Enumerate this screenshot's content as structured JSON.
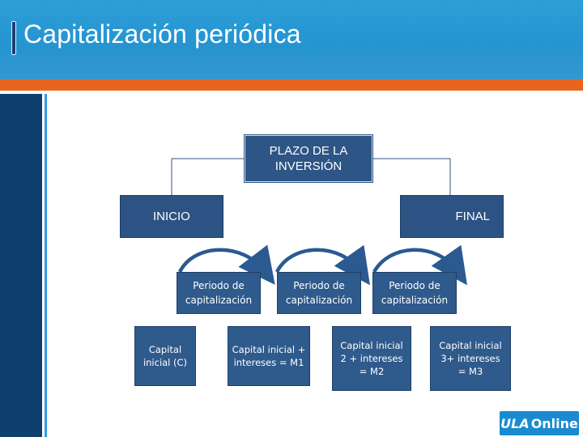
{
  "header": {
    "title": "Capitalización periódica"
  },
  "diagram": {
    "top_node": "PLAZO DE LA INVERSIÓN",
    "start_node": "INICIO",
    "end_node": "FINAL",
    "periods": [
      "Periodo de capitalización",
      "Periodo de capitalización",
      "Periodo de capitalización"
    ],
    "capital_nodes": [
      "Capital inicial (C)",
      "Capital inicial + intereses = M1",
      "Capital inicial 2 + intereses = M2",
      "Capital inicial 3+ intereses = M3"
    ]
  },
  "logo": {
    "brand_prefix": "ULA",
    "brand_suffix": "Online"
  },
  "colors": {
    "header_blue": "#2d9fd8",
    "orange_accent": "#e8651f",
    "box_navy": "#2c5383",
    "sidebar_navy": "#0f3f6c"
  }
}
